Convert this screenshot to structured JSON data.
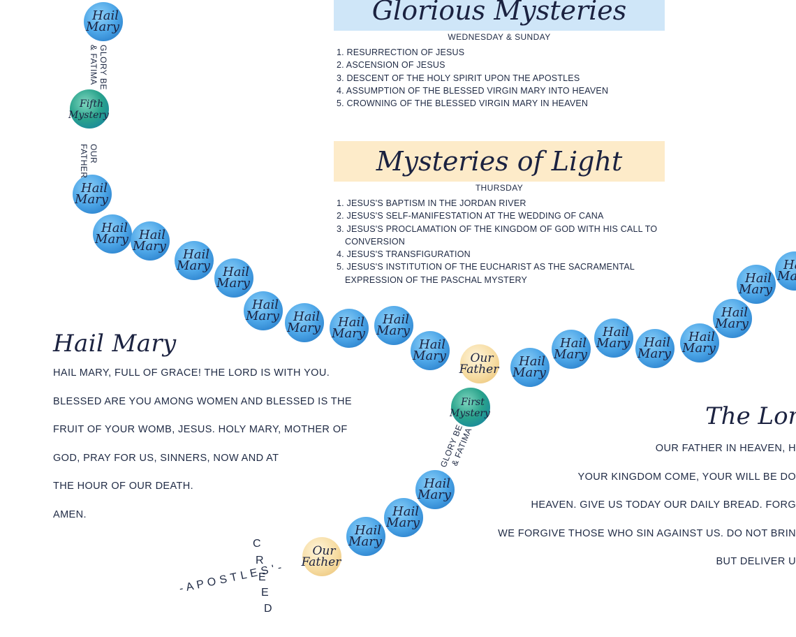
{
  "glorious": {
    "title": "Glorious Mysteries",
    "days": "WEDNESDAY & SUNDAY",
    "items": [
      "1. RESURRECTION OF JESUS",
      "2. ASCENSION OF JESUS",
      "3. DESCENT OF THE HOLY SPIRIT UPON THE APOSTLES",
      "4. ASSUMPTION OF THE BLESSED VIRGIN MARY INTO HEAVEN",
      "5. CROWNING OF THE BLESSED VIRGIN MARY IN HEAVEN"
    ]
  },
  "light": {
    "title": "Mysteries of Light",
    "days": "THURSDAY",
    "items": [
      "1. JESUS'S BAPTISM IN THE JORDAN RIVER",
      "2. JESUS'S SELF-MANIFESTATION AT THE WEDDING OF CANA",
      "3. JESUS'S PROCLAMATION OF THE KINGDOM OF GOD WITH HIS CALL TO CONVERSION",
      "4. JESUS'S TRANSFIGURATION",
      "5. JESUS'S INSTITUTION OF THE EUCHARIST AS THE SACRAMENTAL EXPRESSION OF THE PASCHAL MYSTERY"
    ]
  },
  "hail_mary": {
    "title": "Hail Mary",
    "lines": [
      "HAIL MARY, FULL OF GRACE! THE LORD IS WITH YOU.",
      "BLESSED ARE YOU AMONG WOMEN AND BLESSED IS THE",
      "FRUIT OF YOUR WOMB, JESUS. HOLY MARY, MOTHER OF",
      "GOD, PRAY FOR US, SINNERS, NOW AND AT",
      "THE HOUR OF OUR DEATH.",
      "AMEN."
    ]
  },
  "lords_prayer": {
    "title": "The Lord",
    "lines": [
      "OUR FATHER IN HEAVEN, H",
      "YOUR KINGDOM COME, YOUR WILL BE DO",
      "HEAVEN. GIVE US TODAY OUR DAILY BREAD. FORG",
      "WE FORGIVE THOSE WHO SIN AGAINST US. DO NOT BRIN",
      "BUT DELIVER U"
    ]
  },
  "beads": {
    "hail_mary": [
      "Hail",
      "Mary"
    ],
    "our_father": [
      "Our",
      "Father"
    ],
    "first_mystery": [
      "First",
      "Mystery"
    ],
    "fifth_mystery": [
      "Fifth",
      "Mystery"
    ]
  },
  "labels": {
    "glory_be_fatima": [
      "GLORY BE",
      "& FATIMA"
    ],
    "our_father_vertical": [
      "OUR",
      "FATHER"
    ],
    "apostles": "- A P O S T L E S ' -",
    "creed": [
      "C",
      "R",
      "E",
      "E",
      "D"
    ]
  },
  "colors": {
    "glorious_banner": "#cfe6f8",
    "light_banner": "#fdebc9",
    "hail_mary_bead": "#4ea7e8",
    "our_father_bead": "#f6dca2",
    "mystery_bead": "#2aa38c",
    "text": "#1f2a44"
  }
}
